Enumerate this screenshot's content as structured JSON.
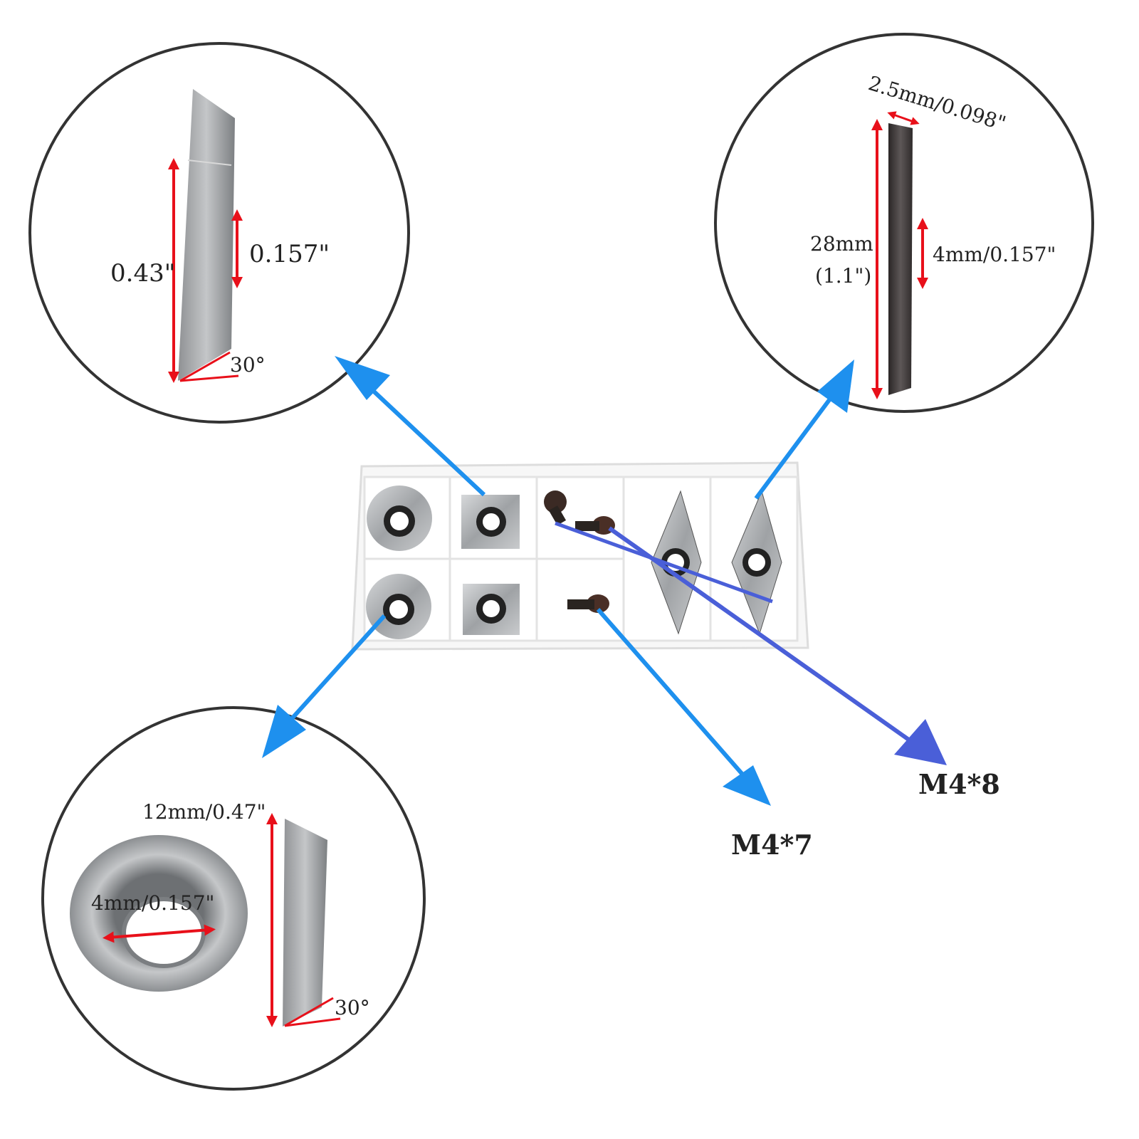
{
  "colors": {
    "circle_outline": "#333333",
    "dimension_red": "#e8101a",
    "pointer_blue": "#1e90ee",
    "pointer_dark_blue": "#4a5fd8",
    "carbide_silver": "#b5b7b9",
    "carbide_dark": "#444040",
    "tray_white": "#f6f6f6"
  },
  "square_detail": {
    "height_label": "0.43\"",
    "thickness_label": "0.157\"",
    "angle_label": "30°"
  },
  "diamond_detail": {
    "width_label": "2.5mm/0.098\"",
    "length_label_line1": "28mm",
    "length_label_line2": "(1.1\")",
    "thickness_label": "4mm/0.157\""
  },
  "round_detail": {
    "diameter_label": "12mm/0.47\"",
    "hole_label": "4mm/0.157\"",
    "angle_label": "30°"
  },
  "screws": {
    "short_label": "M4*7",
    "long_label": "M4*8"
  },
  "icons": [
    "arrow-icon",
    "screw-icon",
    "carbide-insert-icon"
  ]
}
